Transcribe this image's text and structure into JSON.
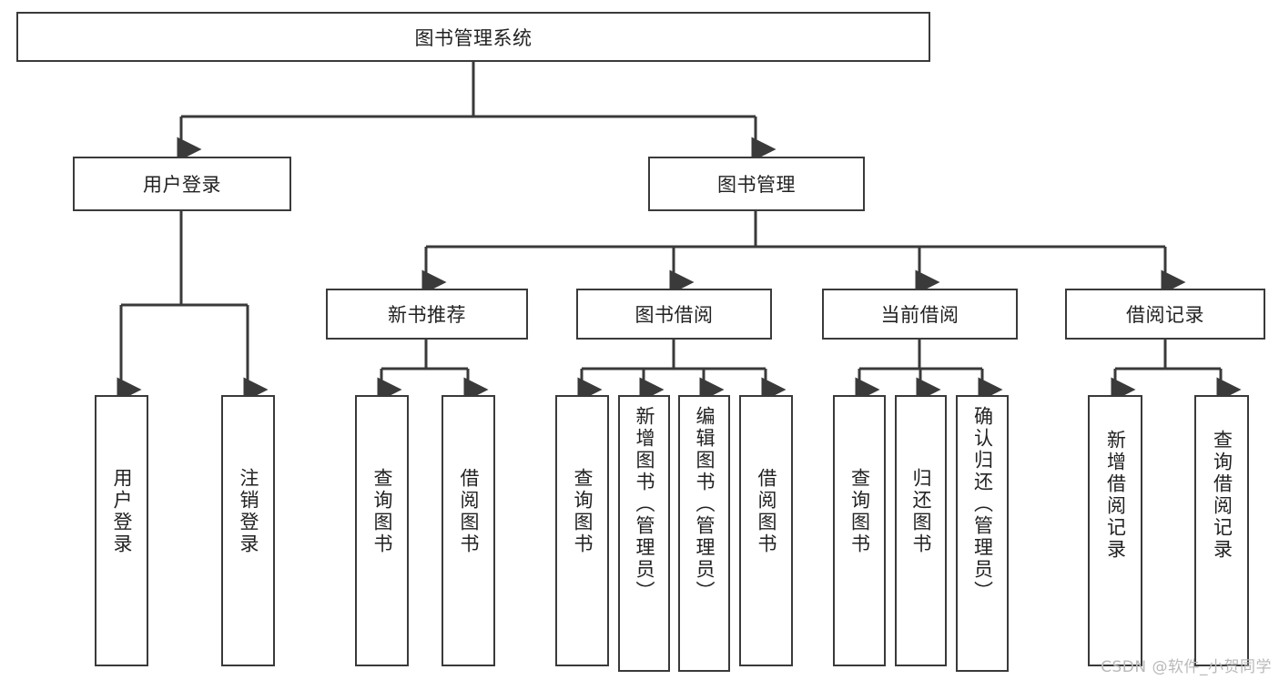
{
  "diagram": {
    "title": "图书管理系统",
    "type": "tree-hierarchy-diagram",
    "colors": {
      "box_border": "#3a3a3a",
      "box_fill": "#ffffff",
      "connector": "#3a3a3a",
      "text": "#222222",
      "watermark": "#b9b9b9"
    },
    "levels": {
      "root": {
        "label": "图书管理系统"
      },
      "level2": [
        {
          "id": "user-login",
          "label": "用户登录"
        },
        {
          "id": "book-management",
          "label": "图书管理"
        }
      ],
      "level3": [
        {
          "id": "new-book-recommend",
          "label": "新书推荐"
        },
        {
          "id": "book-borrow",
          "label": "图书借阅"
        },
        {
          "id": "current-borrow",
          "label": "当前借阅"
        },
        {
          "id": "borrow-record",
          "label": "借阅记录"
        }
      ],
      "leaves": {
        "user_login": [
          {
            "id": "leaf-user-login",
            "label": "用户登录"
          },
          {
            "id": "leaf-user-logout",
            "label": "注销登录"
          }
        ],
        "new_book_recommend": [
          {
            "id": "leaf-query-book-1",
            "label": "查询图书"
          },
          {
            "id": "leaf-borrow-book-1",
            "label": "借阅图书"
          }
        ],
        "book_borrow": [
          {
            "id": "leaf-query-book-2",
            "label": "查询图书"
          },
          {
            "id": "leaf-add-book",
            "label": "新增图书（管理员）"
          },
          {
            "id": "leaf-edit-book",
            "label": "编辑图书（管理员）"
          },
          {
            "id": "leaf-borrow-book-2",
            "label": "借阅图书"
          }
        ],
        "current_borrow": [
          {
            "id": "leaf-query-book-3",
            "label": "查询图书"
          },
          {
            "id": "leaf-return-book",
            "label": "归还图书"
          },
          {
            "id": "leaf-confirm-return",
            "label": "确认归还（管理员）"
          }
        ],
        "borrow_record": [
          {
            "id": "leaf-add-record",
            "label": "新增借阅记录"
          },
          {
            "id": "leaf-query-record",
            "label": "查询借阅记录"
          }
        ]
      }
    },
    "watermark": "CSDN @软件_小贺同学"
  }
}
